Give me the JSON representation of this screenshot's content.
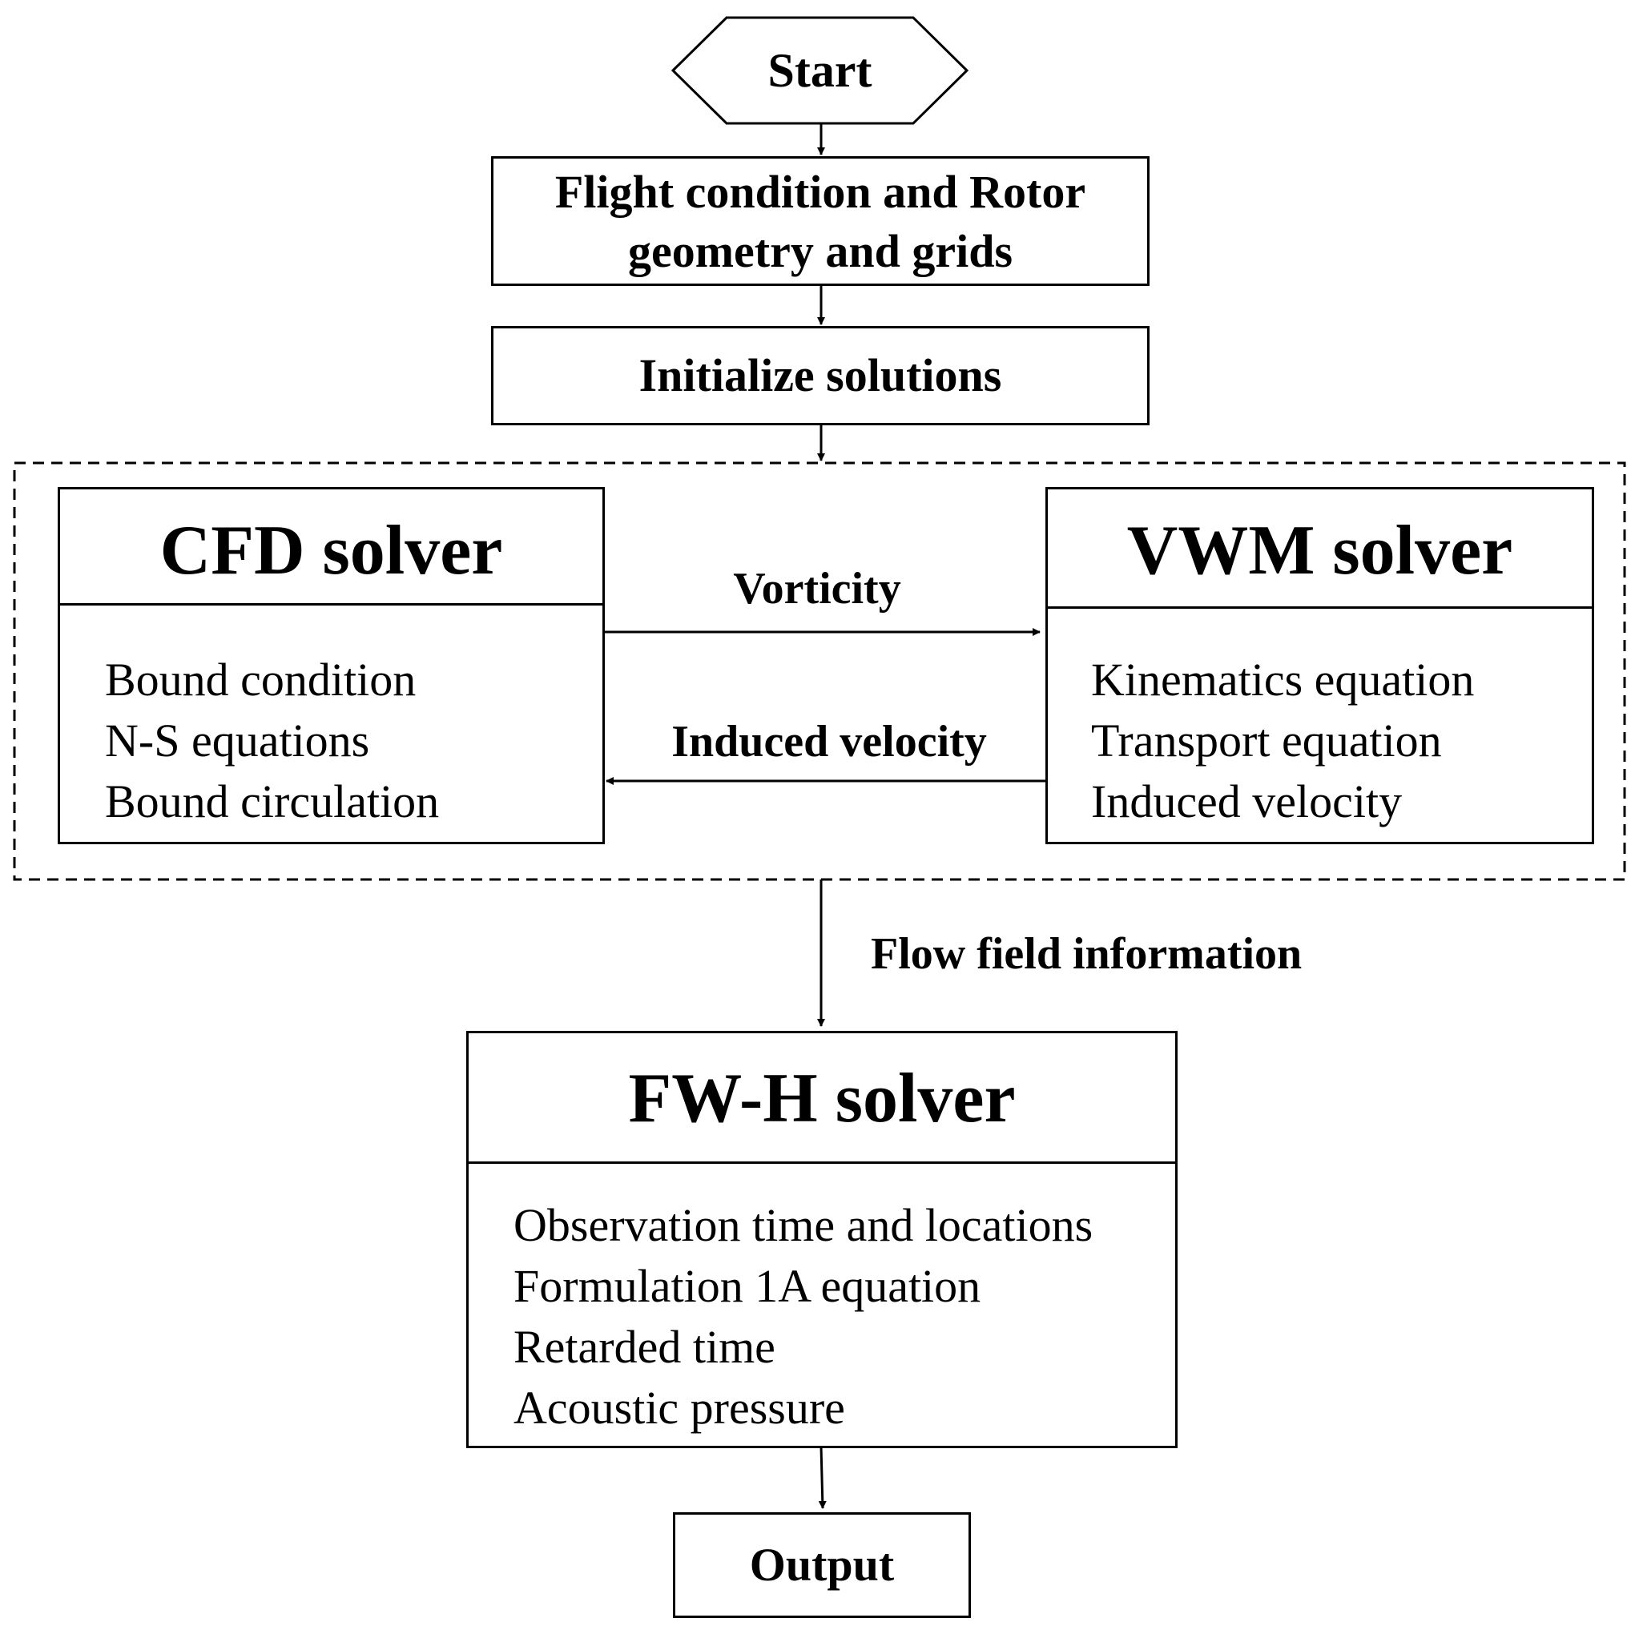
{
  "start": {
    "label": "Start"
  },
  "flight_condition": {
    "line1": "Flight condition and Rotor",
    "line2": "geometry and grids"
  },
  "initialize": {
    "label": "Initialize solutions"
  },
  "cfd": {
    "title": "CFD solver",
    "items": [
      "Bound condition",
      "N-S equations",
      "Bound circulation"
    ]
  },
  "vwm": {
    "title": "VWM solver",
    "items": [
      "Kinematics equation",
      "Transport equation",
      "Induced velocity"
    ]
  },
  "links": {
    "vorticity": "Vorticity",
    "induced_velocity": "Induced velocity",
    "flow_field": "Flow field information"
  },
  "fwh": {
    "title": "FW-H solver",
    "items": [
      "Observation time and locations",
      "Formulation 1A equation",
      "Retarded time",
      "Acoustic pressure"
    ]
  },
  "output": {
    "label": "Output"
  }
}
